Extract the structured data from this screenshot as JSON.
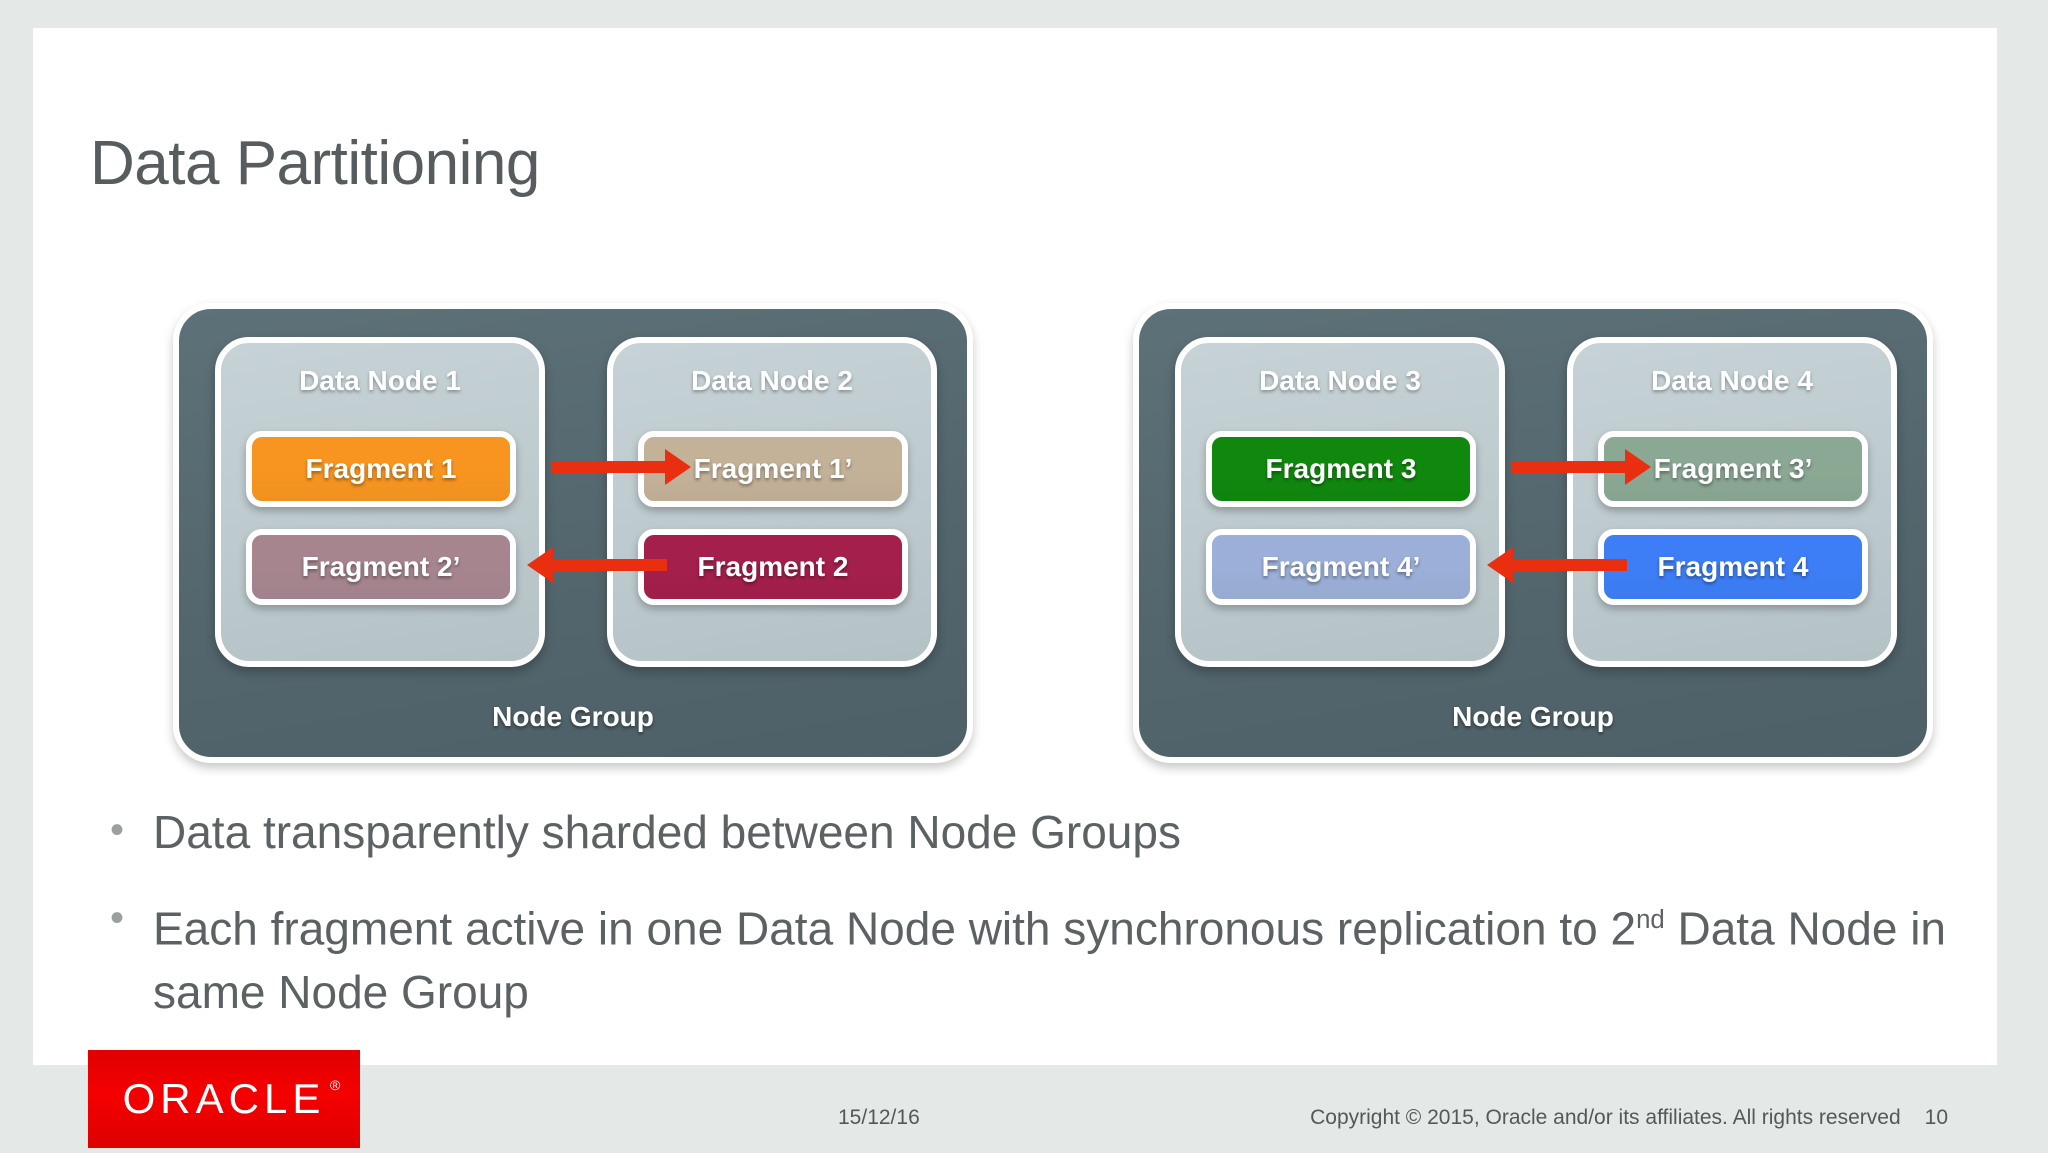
{
  "slide": {
    "title": "Data Partitioning",
    "page_number": "10"
  },
  "diagram": {
    "groups": [
      {
        "label": "Node Group",
        "nodes": [
          {
            "label": "Data Node 1",
            "fragments": [
              {
                "label": "Fragment 1",
                "color": "#f79520",
                "role": "primary"
              },
              {
                "label": "Fragment 2’",
                "color": "#a6858f",
                "role": "replica"
              }
            ]
          },
          {
            "label": "Data Node 2",
            "fragments": [
              {
                "label": "Fragment 1’",
                "color": "#c3b198",
                "role": "replica"
              },
              {
                "label": "Fragment 2",
                "color": "#a41f4c",
                "role": "primary"
              }
            ]
          }
        ],
        "arrows": [
          {
            "label": "replication-arrow-fragment-1",
            "direction": "to-right",
            "row": "top"
          },
          {
            "label": "replication-arrow-fragment-2",
            "direction": "to-left",
            "row": "bottom"
          }
        ]
      },
      {
        "label": "Node Group",
        "nodes": [
          {
            "label": "Data Node 3",
            "fragments": [
              {
                "label": "Fragment 3",
                "color": "#10880e",
                "role": "primary"
              },
              {
                "label": "Fragment 4’",
                "color": "#9bafd8",
                "role": "replica"
              }
            ]
          },
          {
            "label": "Data Node 4",
            "fragments": [
              {
                "label": "Fragment 3’",
                "color": "#8aa893",
                "role": "replica"
              },
              {
                "label": "Fragment 4",
                "color": "#3d7ef6",
                "role": "primary"
              }
            ]
          }
        ],
        "arrows": [
          {
            "label": "replication-arrow-fragment-3",
            "direction": "to-right",
            "row": "top"
          },
          {
            "label": "replication-arrow-fragment-4",
            "direction": "to-left",
            "row": "bottom"
          }
        ]
      }
    ]
  },
  "bullets": [
    {
      "text": "Data transparently sharded between Node Groups"
    },
    {
      "text_before": "Each fragment active in one Data Node with synchronous replication to 2",
      "superscript": "nd",
      "text_after": " Data Node in same Node Group"
    }
  ],
  "footer": {
    "logo_text": "ORACLE",
    "logo_reg": "®",
    "date": "15/12/16",
    "copyright": "Copyright © 2015, Oracle and/or its affiliates. All rights reserved",
    "page_number": "10"
  },
  "colors": {
    "slide_background": "#ffffff",
    "page_background": "#e4e9e8",
    "node_group": "#53666d",
    "data_node": "#bcc9cd",
    "arrow": "#ea2f10",
    "title_text": "#575c5e",
    "body_text": "#5c6164",
    "oracle_red": "#f50000"
  }
}
